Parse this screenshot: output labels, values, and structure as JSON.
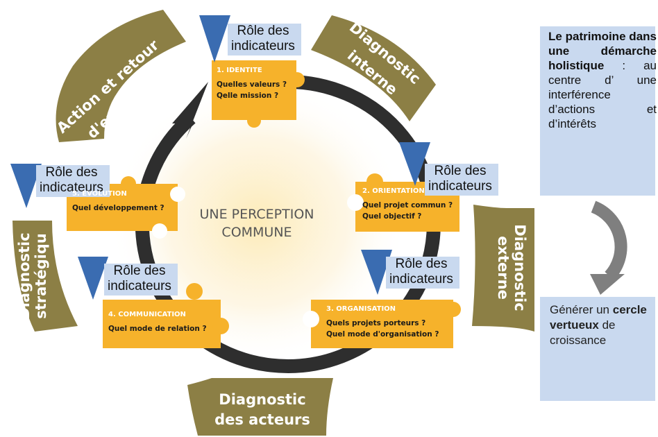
{
  "center": {
    "line1": "UNE PERCEPTION",
    "line2": "COMMUNE"
  },
  "diagnostics": {
    "action": {
      "line1": "Action et retour",
      "line2": "d'expérience"
    },
    "interne": {
      "line1": "Diagnostic",
      "line2": "interne"
    },
    "externe": {
      "line1": "Diagnostic",
      "line2": "externe"
    },
    "acteurs": {
      "line1": "Diagnostic",
      "line2": "des acteurs"
    },
    "strategique": {
      "line1": "Diagnostic",
      "line2": "stratégiqu"
    }
  },
  "role_label": {
    "line1": "Rôle des",
    "line2": "indicateurs"
  },
  "puzzles": {
    "identite": {
      "title": "1. IDENTITE",
      "q1": "Quelles valeurs ?",
      "q2": "Qelle mission ?"
    },
    "orientation": {
      "title": "2. ORIENTATION",
      "q1": "Quel projet commun ?",
      "q2": "Quel objectif ?"
    },
    "organisation": {
      "title": "3. ORGANISATION",
      "q1": "Quels projets porteurs ?",
      "q2": "Quel mode d'organisation ?"
    },
    "communication": {
      "title": "4. COMMUNICATION",
      "q1": "Quel mode de relation ?"
    },
    "evolution": {
      "title": "5. EVOLUTION",
      "q1": "Quel développement ?"
    }
  },
  "side_panel": {
    "bold1": "Le patrimoine dans une démarche holistique",
    "text1": " : au centre d’ une interférence d’actions et d’intérêts",
    "gen_plain1": "Générer un ",
    "gen_bold": "cercle vertueux",
    "gen_plain2": " de croissance"
  },
  "colors": {
    "banner": "#8c7f45",
    "puzzle": "#f6b22b",
    "role_box": "#c9d9ef",
    "triangle": "#3a6cb1",
    "ring": "#2e2e2e",
    "curve_arrow": "#7f7f7f"
  }
}
